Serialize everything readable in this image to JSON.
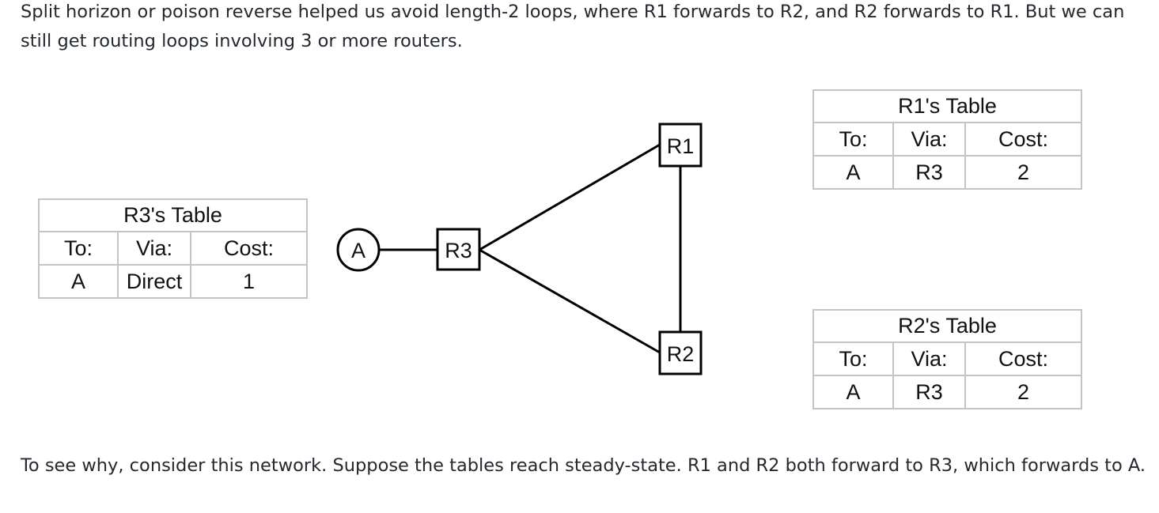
{
  "text": {
    "intro": "Split horizon or poison reverse helped us avoid length-2 loops, where R1 forwards to R2, and R2 forwards to R1. But we can still get routing loops involving 3 or more routers.",
    "outro": "To see why, consider this network. Suppose the tables reach steady-state. R1 and R2 both forward to R3, which forwards to A."
  },
  "diagram": {
    "nodes": {
      "a": "A",
      "r1": "R1",
      "r2": "R2",
      "r3": "R3"
    },
    "tables": {
      "r3": {
        "title": "R3's Table",
        "headers": [
          "To:",
          "Via:",
          "Cost:"
        ],
        "row": [
          "A",
          "Direct",
          "1"
        ]
      },
      "r1": {
        "title": "R1's Table",
        "headers": [
          "To:",
          "Via:",
          "Cost:"
        ],
        "row": [
          "A",
          "R3",
          "2"
        ]
      },
      "r2": {
        "title": "R2's Table",
        "headers": [
          "To:",
          "Via:",
          "Cost:"
        ],
        "row": [
          "A",
          "R3",
          "2"
        ]
      }
    }
  }
}
